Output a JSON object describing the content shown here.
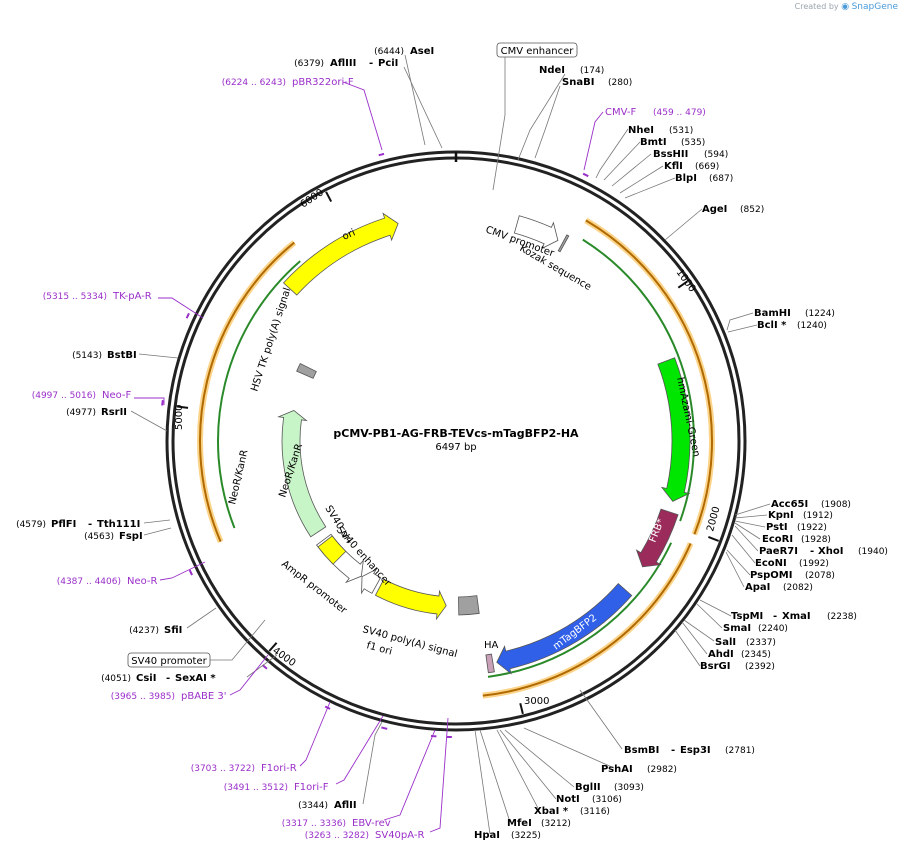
{
  "credit": {
    "prefix": "Created by",
    "brand": "SnapGene"
  },
  "plasmid": {
    "name": "pCMV-PB1-AG-FRB-TEVcs-mTagBFP2-HA",
    "length": "6497 bp",
    "total_bp": 6497
  },
  "ticks": [
    "1000",
    "2000",
    "3000",
    "4000",
    "5000",
    "6000"
  ],
  "features": [
    {
      "name": "ori",
      "start": 5640,
      "end": 6228,
      "color": "#ffff00",
      "dir": 1
    },
    {
      "name": "CMV promoter",
      "start": 283,
      "end": 486,
      "color": "#ffffff",
      "dir": 1
    },
    {
      "name": "Kozak sequence",
      "start": 510,
      "end": 520,
      "color": "#a0a0a0",
      "dir": 0
    },
    {
      "name": "hmAzami-Green",
      "start": 1248,
      "end": 1905,
      "color": "#00e600",
      "dir": 1
    },
    {
      "name": "FRB*",
      "start": 1956,
      "end": 2238,
      "color": "#9a2b5a",
      "dir": 1
    },
    {
      "name": "mTagBFP2",
      "start": 2370,
      "end": 3060,
      "color": "#3060e8",
      "dir": 1
    },
    {
      "name": "HA",
      "start": 3078,
      "end": 3105,
      "color": "#c8a0b8",
      "dir": 0
    },
    {
      "name": "SV40 poly(A) signal",
      "start": 3110,
      "end": 3232,
      "color": "#a0a0a0",
      "dir": 0
    },
    {
      "name": "f1 ori",
      "start": 3310,
      "end": 3746,
      "color": "#ffff00",
      "dir": -1
    },
    {
      "name": "AmpR promoter",
      "start": 3770,
      "end": 3875,
      "color": "#ffffff",
      "dir": 1
    },
    {
      "name": "SV40 promoter",
      "start": 3880,
      "end": 4210,
      "color": "#ffffff",
      "dir": -1
    },
    {
      "name": "SV40 ori",
      "start": 4060,
      "end": 4196,
      "color": "#ffff00",
      "dir": 0
    },
    {
      "name": "NeoR/KanR",
      "start": 4270,
      "end": 5065,
      "color": "#c8f5c8",
      "dir": 1
    },
    {
      "name": "HSV TK poly(A) signal",
      "start": 5300,
      "end": 5350,
      "color": "#a0a0a0",
      "dir": 0
    }
  ],
  "feature_labels": {
    "ori": "ori",
    "cmv_promoter": "CMV promoter",
    "kozak": "Kozak sequence",
    "hmazami": "hmAzami-Green",
    "frb": "FRB*",
    "mtagbfp2": "mTagBFP2",
    "ha": "HA",
    "sv40pa": "SV40 poly(A) signal",
    "f1ori": "f1 ori",
    "ampr_promoter": "AmpR promoter",
    "sv40_ori": "SV40 ori",
    "sv40_enhancer": "SV40 enhancer",
    "neor_inner": "NeoR/KanR",
    "neor_outer": "NeoR/KanR",
    "hsv_tk": "HSV TK poly(A) signal"
  },
  "orfs": [
    {
      "start": 550,
      "end": 2010,
      "dir": -1
    },
    {
      "start": 2050,
      "end": 3140,
      "dir": 1
    },
    {
      "start": 4455,
      "end": 5790,
      "dir": 1
    }
  ],
  "primers": [
    {
      "name": "pBR322ori-F",
      "start": 6224,
      "end": 6243,
      "dir": 1
    },
    {
      "name": "CMV-F",
      "start": 459,
      "end": 479,
      "dir": 1
    },
    {
      "name": "TK-pA-R",
      "start": 5315,
      "end": 5334,
      "dir": -1
    },
    {
      "name": "Neo-F",
      "start": 4997,
      "end": 5016,
      "dir": 1
    },
    {
      "name": "Neo-R",
      "start": 4387,
      "end": 4406,
      "dir": -1
    },
    {
      "name": "pBABE 3'",
      "start": 3965,
      "end": 3985,
      "dir": -1
    },
    {
      "name": "F1ori-R",
      "start": 3703,
      "end": 3722,
      "dir": -1
    },
    {
      "name": "F1ori-F",
      "start": 3491,
      "end": 3512,
      "dir": 1
    },
    {
      "name": "EBV-rev",
      "start": 3317,
      "end": 3336,
      "dir": -1
    },
    {
      "name": "SV40pA-R",
      "start": 3263,
      "end": 3282,
      "dir": -1
    }
  ],
  "primer_labels": {
    "pbr322": {
      "range": "(6224 .. 6243)",
      "name": "pBR322ori-F"
    },
    "cmvf": {
      "name": "CMV-F",
      "range": "(459 .. 479)"
    },
    "tkpar": {
      "range": "(5315 .. 5334)",
      "name": "TK-pA-R"
    },
    "neof": {
      "range": "(4997 .. 5016)",
      "name": "Neo-F"
    },
    "neor": {
      "range": "(4387 .. 4406)",
      "name": "Neo-R"
    },
    "pbabe": {
      "range": "(3965 .. 3985)",
      "name": "pBABE 3'"
    },
    "f1orir": {
      "range": "(3703 .. 3722)",
      "name": "F1ori-R"
    },
    "f1orif": {
      "range": "(3491 .. 3512)",
      "name": "F1ori-F"
    },
    "ebvrev": {
      "range": "(3317 .. 3336)",
      "name": "EBV-rev"
    },
    "sv40par": {
      "range": "(3263 .. 3282)",
      "name": "SV40pA-R"
    }
  },
  "boxed_labels": {
    "cmv_enhancer": "CMV enhancer",
    "sv40_promoter": "SV40 promoter"
  },
  "enzymes": {
    "asei": {
      "name": "AseI",
      "pos": "(6444)"
    },
    "afliii_pcii": {
      "name": "AflIII",
      "name2": "PciI",
      "pos": "(6379)"
    },
    "ndei": {
      "name": "NdeI",
      "pos": "(174)"
    },
    "snabi": {
      "name": "SnaBI",
      "pos": "(280)"
    },
    "nhei": {
      "name": "NheI",
      "pos": "(531)"
    },
    "bmti": {
      "name": "BmtI",
      "pos": "(535)"
    },
    "bsshii": {
      "name": "BssHII",
      "pos": "(594)"
    },
    "kfli": {
      "name": "KflI",
      "pos": "(669)"
    },
    "blpi": {
      "name": "BlpI",
      "pos": "(687)"
    },
    "agei": {
      "name": "AgeI",
      "pos": "(852)"
    },
    "bamhi": {
      "name": "BamHI",
      "pos": "(1224)"
    },
    "bcli": {
      "name": "BclI *",
      "pos": "(1240)"
    },
    "acc65i": {
      "name": "Acc65I",
      "pos": "(1908)"
    },
    "kpni": {
      "name": "KpnI",
      "pos": "(1912)"
    },
    "psti": {
      "name": "PstI",
      "pos": "(1922)"
    },
    "ecori": {
      "name": "EcoRI",
      "pos": "(1928)"
    },
    "paer7i_xhoi": {
      "name": "PaeR7I",
      "name2": "XhoI",
      "pos": "(1940)"
    },
    "econi": {
      "name": "EcoNI",
      "pos": "(1992)"
    },
    "pspomi": {
      "name": "PspOMI",
      "pos": "(2078)"
    },
    "apai": {
      "name": "ApaI",
      "pos": "(2082)"
    },
    "tspmi_xmai": {
      "name": "TspMI",
      "name2": "XmaI",
      "pos": "(2238)"
    },
    "smai": {
      "name": "SmaI",
      "pos": "(2240)"
    },
    "sali": {
      "name": "SalI",
      "pos": "(2337)"
    },
    "ahdi": {
      "name": "AhdI",
      "pos": "(2345)"
    },
    "bsrgi": {
      "name": "BsrGI",
      "pos": "(2392)"
    },
    "bsmbi_esp3i": {
      "name": "BsmBI",
      "name2": "Esp3I",
      "pos": "(2781)"
    },
    "pshai": {
      "name": "PshAI",
      "pos": "(2982)"
    },
    "bglii": {
      "name": "BglII",
      "pos": "(3093)"
    },
    "noti": {
      "name": "NotI",
      "pos": "(3106)"
    },
    "xbai": {
      "name": "XbaI *",
      "pos": "(3116)"
    },
    "mfei": {
      "name": "MfeI",
      "pos": "(3212)"
    },
    "hpai": {
      "name": "HpaI",
      "pos": "(3225)"
    },
    "afiii": {
      "name": "AflII",
      "pos": "(3344)"
    },
    "csii_sexai": {
      "name": "CsiI",
      "name2": "SexAI *",
      "pos": "(4051)"
    },
    "sfii": {
      "name": "SfiI",
      "pos": "(4237)"
    },
    "pflfi_tth": {
      "name": "PflFI",
      "name2": "Tth111I",
      "pos": "(4579)"
    },
    "fspi": {
      "name": "FspI",
      "pos": "(4563)"
    },
    "rsrii": {
      "name": "RsrII",
      "pos": "(4977)"
    },
    "bstbi": {
      "name": "BstBI",
      "pos": "(5143)"
    }
  }
}
